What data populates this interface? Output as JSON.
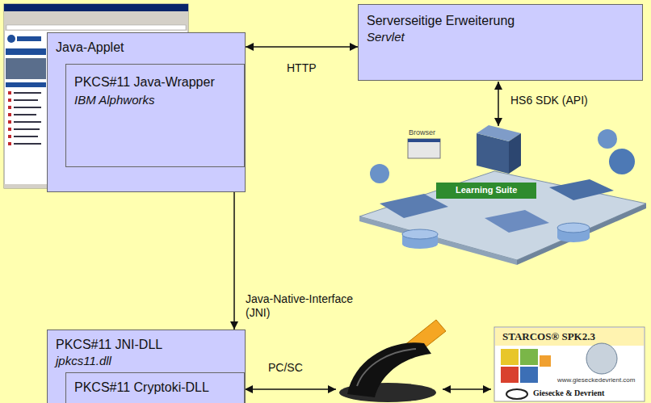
{
  "diagram": {
    "nodes": [
      {
        "text": [
          "Java-Applet"
        ]
      },
      {
        "text": [
          "PKCS#11 Java-Wrapper",
          "IBM Alphworks"
        ],
        "in": 0
      },
      {
        "text": [
          "Serverseitige Erweiterung",
          "Servlet"
        ]
      },
      {
        "text": [
          "PKCS#11 JNI-DLL",
          "jpkcs11.dll"
        ]
      },
      {
        "text": [
          "PKCS#11 Cryptoki-DLL"
        ],
        "in": 3
      }
    ],
    "edges": [
      {
        "from": 0,
        "to": 2,
        "label": "HTTP",
        "arrow": "both"
      },
      {
        "from": 1,
        "to": 3,
        "label": "Java-Native-Interface (JNI)",
        "arrow": "both"
      }
    ],
    "labels": [
      "HS6 SDK (API)",
      "PC/SC",
      "Browser",
      "Learning Suite",
      "STARCOS® SPK2.3",
      "www.gieseckedevrient.com",
      "Giesecke & Devrient"
    ]
  }
}
